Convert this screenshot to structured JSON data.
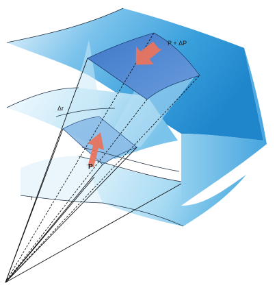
{
  "labels": {
    "outer_pressure": "P + ΔP",
    "inner_pressure": "P",
    "thickness": "Δr",
    "radius": "r"
  },
  "colors": {
    "shell_light": "#eaf6fd",
    "shell_mid": "#9fd4f0",
    "shell_dark": "#2a93d5",
    "element_face": "#4f86d3",
    "arrow": "#e8735f"
  }
}
